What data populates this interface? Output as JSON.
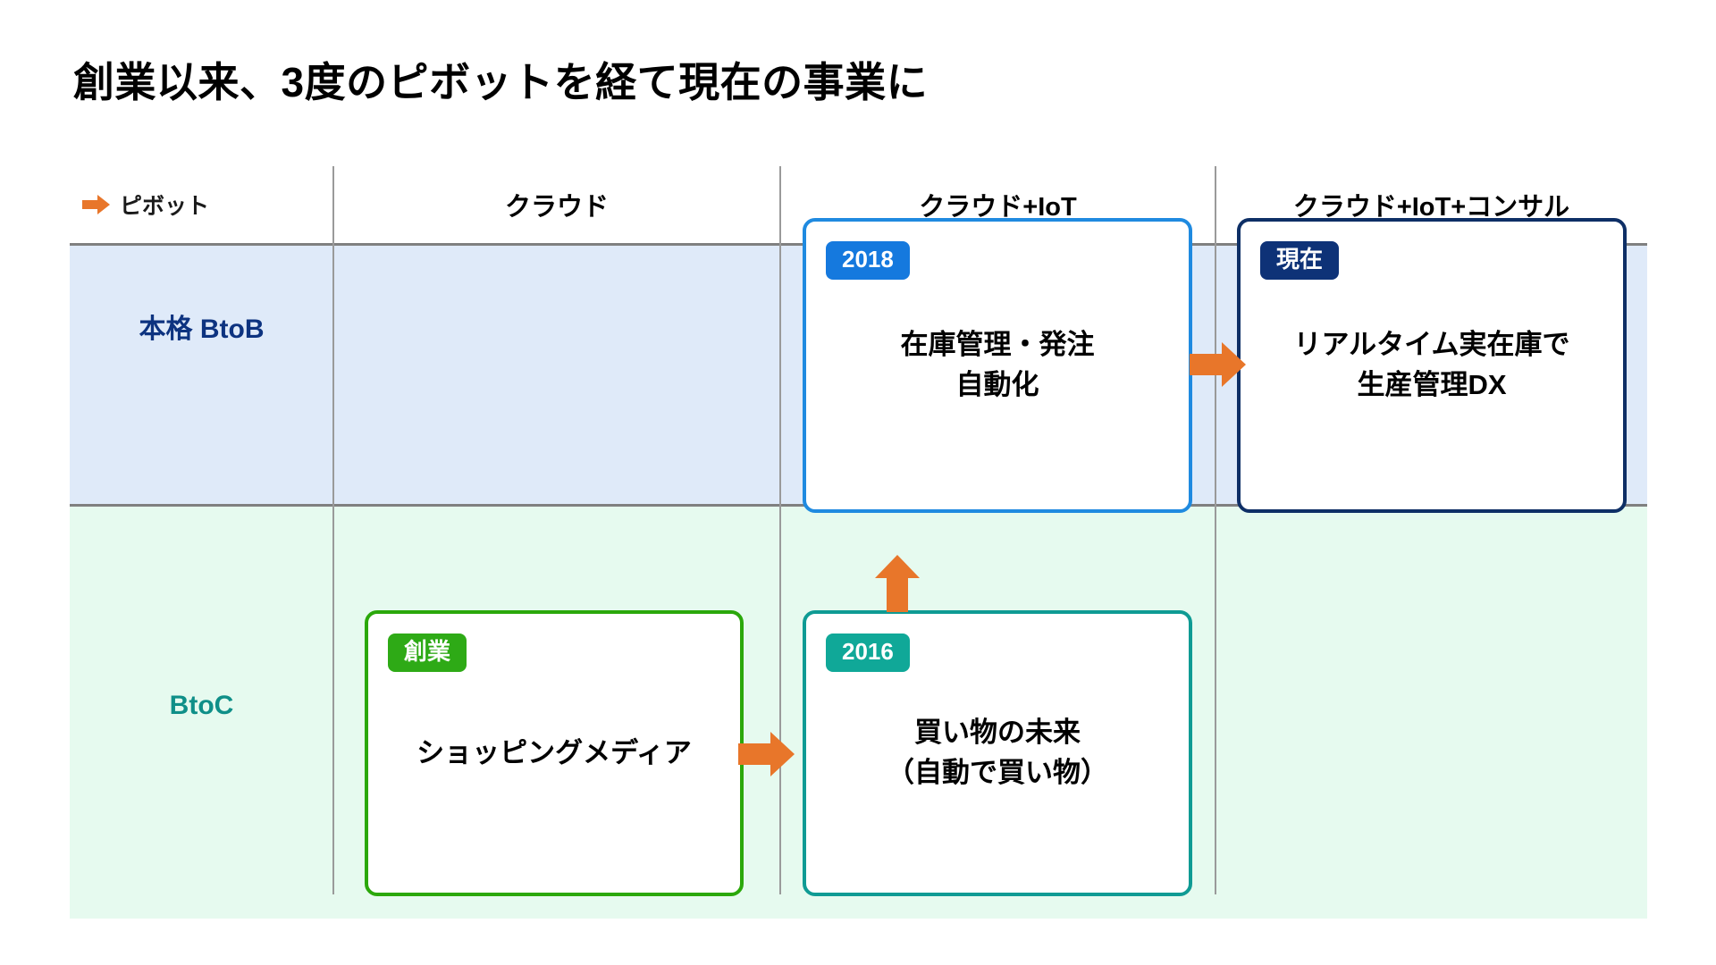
{
  "slide": {
    "title": "創業以来、3度のピボットを経て現在の事業に"
  },
  "matrix": {
    "corner": {
      "icon": "right-arrow-icon",
      "label": "ピボット"
    },
    "columns": [
      {
        "label": "クラウド"
      },
      {
        "label": "クラウド+IoT"
      },
      {
        "label": "クラウド+IoT+コンサル"
      }
    ],
    "rows": [
      {
        "id": "btob",
        "label": "本格\nBtoB",
        "background": "#dfeaf9",
        "text_color": "#0d3380"
      },
      {
        "id": "btoc",
        "label": "BtoC",
        "background": "#e6faef",
        "text_color": "#0f8f88"
      }
    ],
    "cards": [
      {
        "id": "card-2018",
        "row": "btob",
        "column": "クラウド+IoT",
        "badge": "2018",
        "badge_color": "#1579de",
        "border_color": "#1f8ae0",
        "text": "在庫管理・発注\n自動化"
      },
      {
        "id": "card-now",
        "row": "btob",
        "column": "クラウド+IoT+コンサル",
        "badge": "現在",
        "badge_color": "#0e3277",
        "border_color": "#0e2f66",
        "text": "リアルタイム実在庫で\n生産管理DX"
      },
      {
        "id": "card-founding",
        "row": "btoc",
        "column": "クラウド",
        "badge": "創業",
        "badge_color": "#2eaa16",
        "border_color": "#2ba80b",
        "text": "ショッピングメディア"
      },
      {
        "id": "card-2016",
        "row": "btoc",
        "column": "クラウド+IoT",
        "badge": "2016",
        "badge_color": "#10a898",
        "border_color": "#0f9b94",
        "text": "買い物の未来\n（自動で買い物）"
      }
    ],
    "arrows": [
      {
        "id": "arrow-btob-right",
        "direction": "right",
        "color": "#e8762a",
        "from": "card-2018",
        "to": "card-now"
      },
      {
        "id": "arrow-btoc-right",
        "direction": "right",
        "color": "#e8762a",
        "from": "card-founding",
        "to": "card-2016"
      },
      {
        "id": "arrow-vertical",
        "direction": "up",
        "color": "#e8762a",
        "from": "card-2016",
        "to": "card-2018"
      }
    ]
  },
  "colors": {
    "accent_orange": "#e8762a",
    "btob_band": "#dfeaf9",
    "btoc_band": "#e6faef",
    "grid_line": "#9a9a9a",
    "separator": "#808080"
  }
}
